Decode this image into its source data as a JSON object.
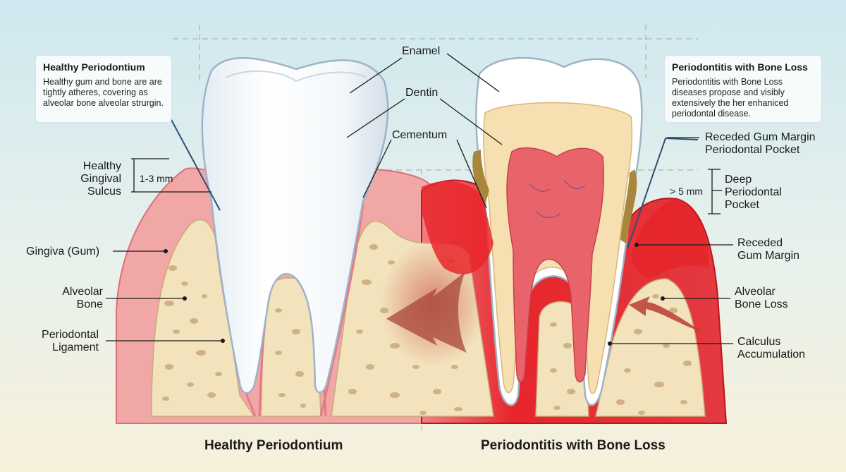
{
  "boxes": {
    "healthy": {
      "title": "Healthy Periodontium",
      "body": "Healthy gum and bone are are tightly atheres, covering as alveolar bone alveolar strurgin."
    },
    "disease": {
      "title": "Periodontitis with Bone Loss",
      "body": "Periodontitis with Bone Loss diseases propose and visibly extensively the her enhaniced periodontal disease."
    }
  },
  "labels": {
    "enamel": "Enamel",
    "dentin": "Dentin",
    "cementum": "Cementum",
    "healthy_sulcus_1": "Healthy",
    "healthy_sulcus_2": "Gingival",
    "healthy_sulcus_3": "Sulcus",
    "sulcus_depth": "1-3 mm",
    "gingiva": "Gingiva (Gum)",
    "alveolar_1": "Alveolar",
    "alveolar_2": "Bone",
    "ligament_1": "Periodontal",
    "ligament_2": "Ligament",
    "receded_top_1": "Receded Gum Margin",
    "receded_top_2": "Periodontal Pocket",
    "pocket_depth": "> 5 mm",
    "deep_1": "Deep",
    "deep_2": "Periodontal",
    "deep_3": "Pocket",
    "receded_1": "Receded",
    "receded_2": "Gum Margin",
    "boneloss_1": "Alveolar",
    "boneloss_2": "Bone Loss",
    "calculus_1": "Calculus",
    "calculus_2": "Accumulation"
  },
  "captions": {
    "left": "Healthy Periodontium",
    "right": "Periodontitis with Bone Loss"
  },
  "colors": {
    "gum_healthy": "#f2a7a7",
    "gum_inflamed": "#e8272d",
    "bone": "#f3e3bd",
    "bone_pore": "#c9a97a",
    "enamel": "#ffffff",
    "dentin": "#f6dfb0",
    "pulp": "#e9646a",
    "calculus": "#a8873c"
  }
}
